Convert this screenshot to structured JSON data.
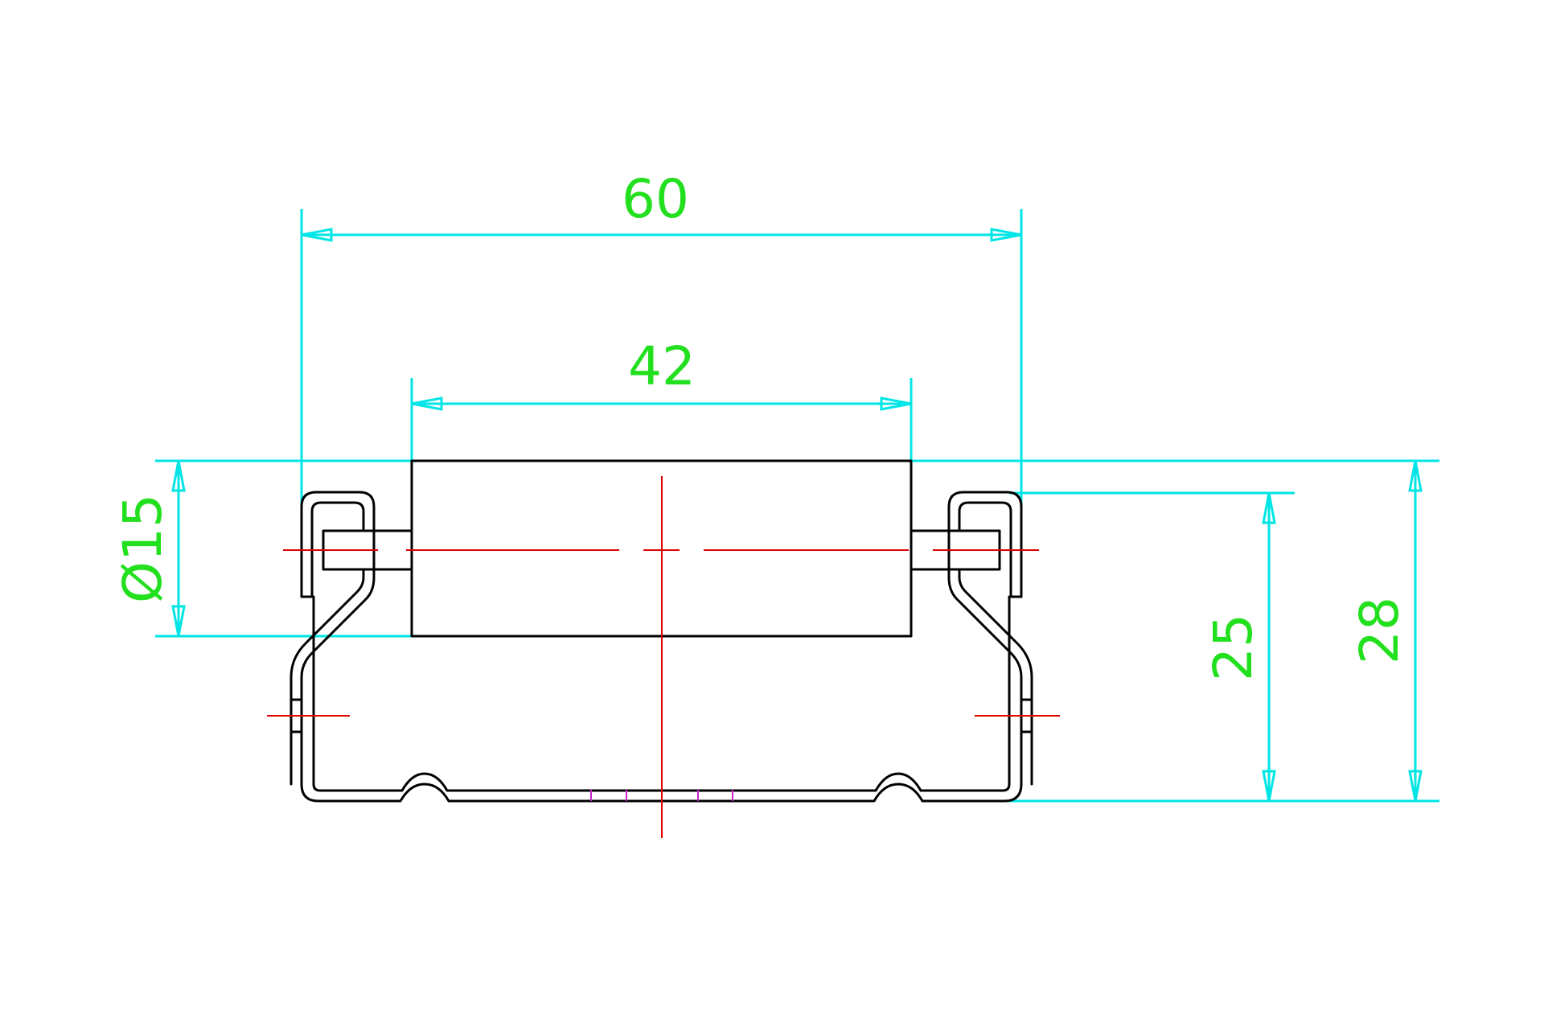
{
  "drawing": {
    "dimensions": {
      "outer_width": "60",
      "roller_length": "42",
      "roller_diameter": "Ø15",
      "bracket_height": "25",
      "total_height": "28"
    },
    "colors": {
      "dimension_line": "#00e5e5",
      "dimension_text": "#22e01e",
      "part_outline": "#000000",
      "center_line": "#e00000",
      "tick_marks": "#cc22cc"
    }
  }
}
